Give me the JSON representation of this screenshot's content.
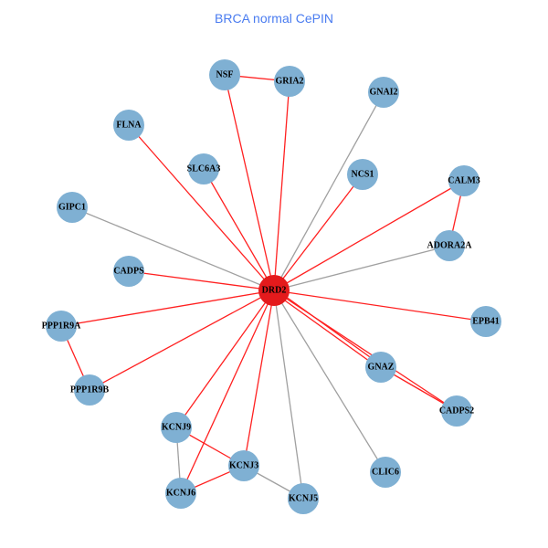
{
  "title": "BRCA normal CePIN",
  "colors": {
    "node": "#7fb0d3",
    "hub": "#e41a1c",
    "edge_red": "#ff2020",
    "edge_gray": "#a0a0a0",
    "title": "#4a7cf0"
  },
  "nodes": [
    "DRD2",
    "NSF",
    "GRIA2",
    "GNAI2",
    "FLNA",
    "SLC6A3",
    "NCS1",
    "CALM3",
    "GIPC1",
    "ADORA2A",
    "CADPS",
    "EPB41",
    "PPP1R9A",
    "GNAZ",
    "PPP1R9B",
    "CADPS2",
    "KCNJ9",
    "KCNJ3",
    "CLIC6",
    "KCNJ6",
    "KCNJ5"
  ],
  "hub": "DRD2",
  "edges": [
    [
      "DRD2",
      "NSF",
      "red"
    ],
    [
      "DRD2",
      "GRIA2",
      "red"
    ],
    [
      "DRD2",
      "GNAI2",
      "gray"
    ],
    [
      "DRD2",
      "FLNA",
      "red"
    ],
    [
      "DRD2",
      "SLC6A3",
      "red"
    ],
    [
      "DRD2",
      "NCS1",
      "red"
    ],
    [
      "DRD2",
      "CALM3",
      "red"
    ],
    [
      "DRD2",
      "GIPC1",
      "gray"
    ],
    [
      "DRD2",
      "ADORA2A",
      "gray"
    ],
    [
      "DRD2",
      "CADPS",
      "red"
    ],
    [
      "DRD2",
      "EPB41",
      "red"
    ],
    [
      "DRD2",
      "PPP1R9A",
      "red"
    ],
    [
      "DRD2",
      "PPP1R9B",
      "red"
    ],
    [
      "DRD2",
      "GNAZ",
      "red"
    ],
    [
      "DRD2",
      "CADPS2",
      "red"
    ],
    [
      "DRD2",
      "KCNJ9",
      "red"
    ],
    [
      "DRD2",
      "KCNJ6",
      "red"
    ],
    [
      "DRD2",
      "KCNJ3",
      "red"
    ],
    [
      "DRD2",
      "KCNJ5",
      "gray"
    ],
    [
      "DRD2",
      "CLIC6",
      "gray"
    ],
    [
      "NSF",
      "GRIA2",
      "red"
    ],
    [
      "CALM3",
      "ADORA2A",
      "red"
    ],
    [
      "PPP1R9A",
      "PPP1R9B",
      "red"
    ],
    [
      "GNAZ",
      "CADPS2",
      "red"
    ],
    [
      "KCNJ9",
      "KCNJ3",
      "red"
    ],
    [
      "KCNJ9",
      "KCNJ6",
      "gray"
    ],
    [
      "KCNJ6",
      "KCNJ3",
      "red"
    ],
    [
      "KCNJ3",
      "KCNJ5",
      "gray"
    ]
  ]
}
